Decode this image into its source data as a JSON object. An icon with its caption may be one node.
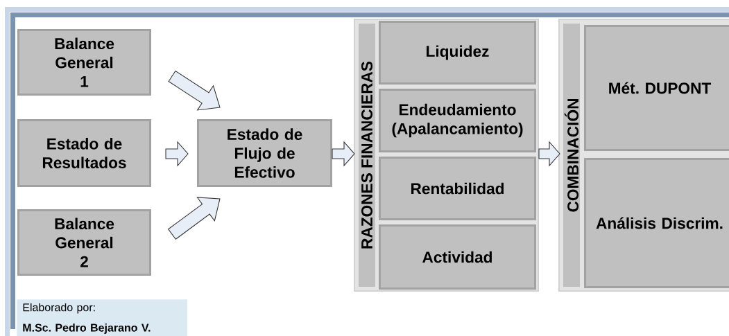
{
  "diagram": {
    "nodes": [
      {
        "text": [
          "Balance General 1"
        ]
      },
      {
        "text": [
          "Estado de Resultados"
        ]
      },
      {
        "text": [
          "Balance General 2"
        ]
      },
      {
        "text": [
          "Estado de Flujo de Efectivo"
        ]
      },
      {
        "text": [
          "RAZONES FINANCIERAS"
        ]
      },
      {
        "text": [
          "Liquidez"
        ],
        "in": 4
      },
      {
        "text": [
          "Endeudamiento (Apalancamiento)"
        ],
        "in": 4
      },
      {
        "text": [
          "Rentabilidad"
        ],
        "in": 4
      },
      {
        "text": [
          "Actividad"
        ],
        "in": 4
      },
      {
        "text": [
          "COMBINACIÓN"
        ]
      },
      {
        "text": [
          "Mét. DUPONT"
        ],
        "in": 9
      },
      {
        "text": [
          "Análisis Discrim."
        ],
        "in": 9
      },
      {
        "text": [
          "Elaborado por:",
          "M.Sc. Pedro Bejarano V."
        ]
      }
    ],
    "edges": [
      {
        "from": 0,
        "to": 3,
        "arrow": "to"
      },
      {
        "from": 1,
        "to": 3,
        "arrow": "to"
      },
      {
        "from": 2,
        "to": 3,
        "arrow": "to"
      },
      {
        "from": 3,
        "to": 4,
        "arrow": "to"
      },
      {
        "from": 4,
        "to": 9,
        "arrow": "to"
      }
    ]
  }
}
